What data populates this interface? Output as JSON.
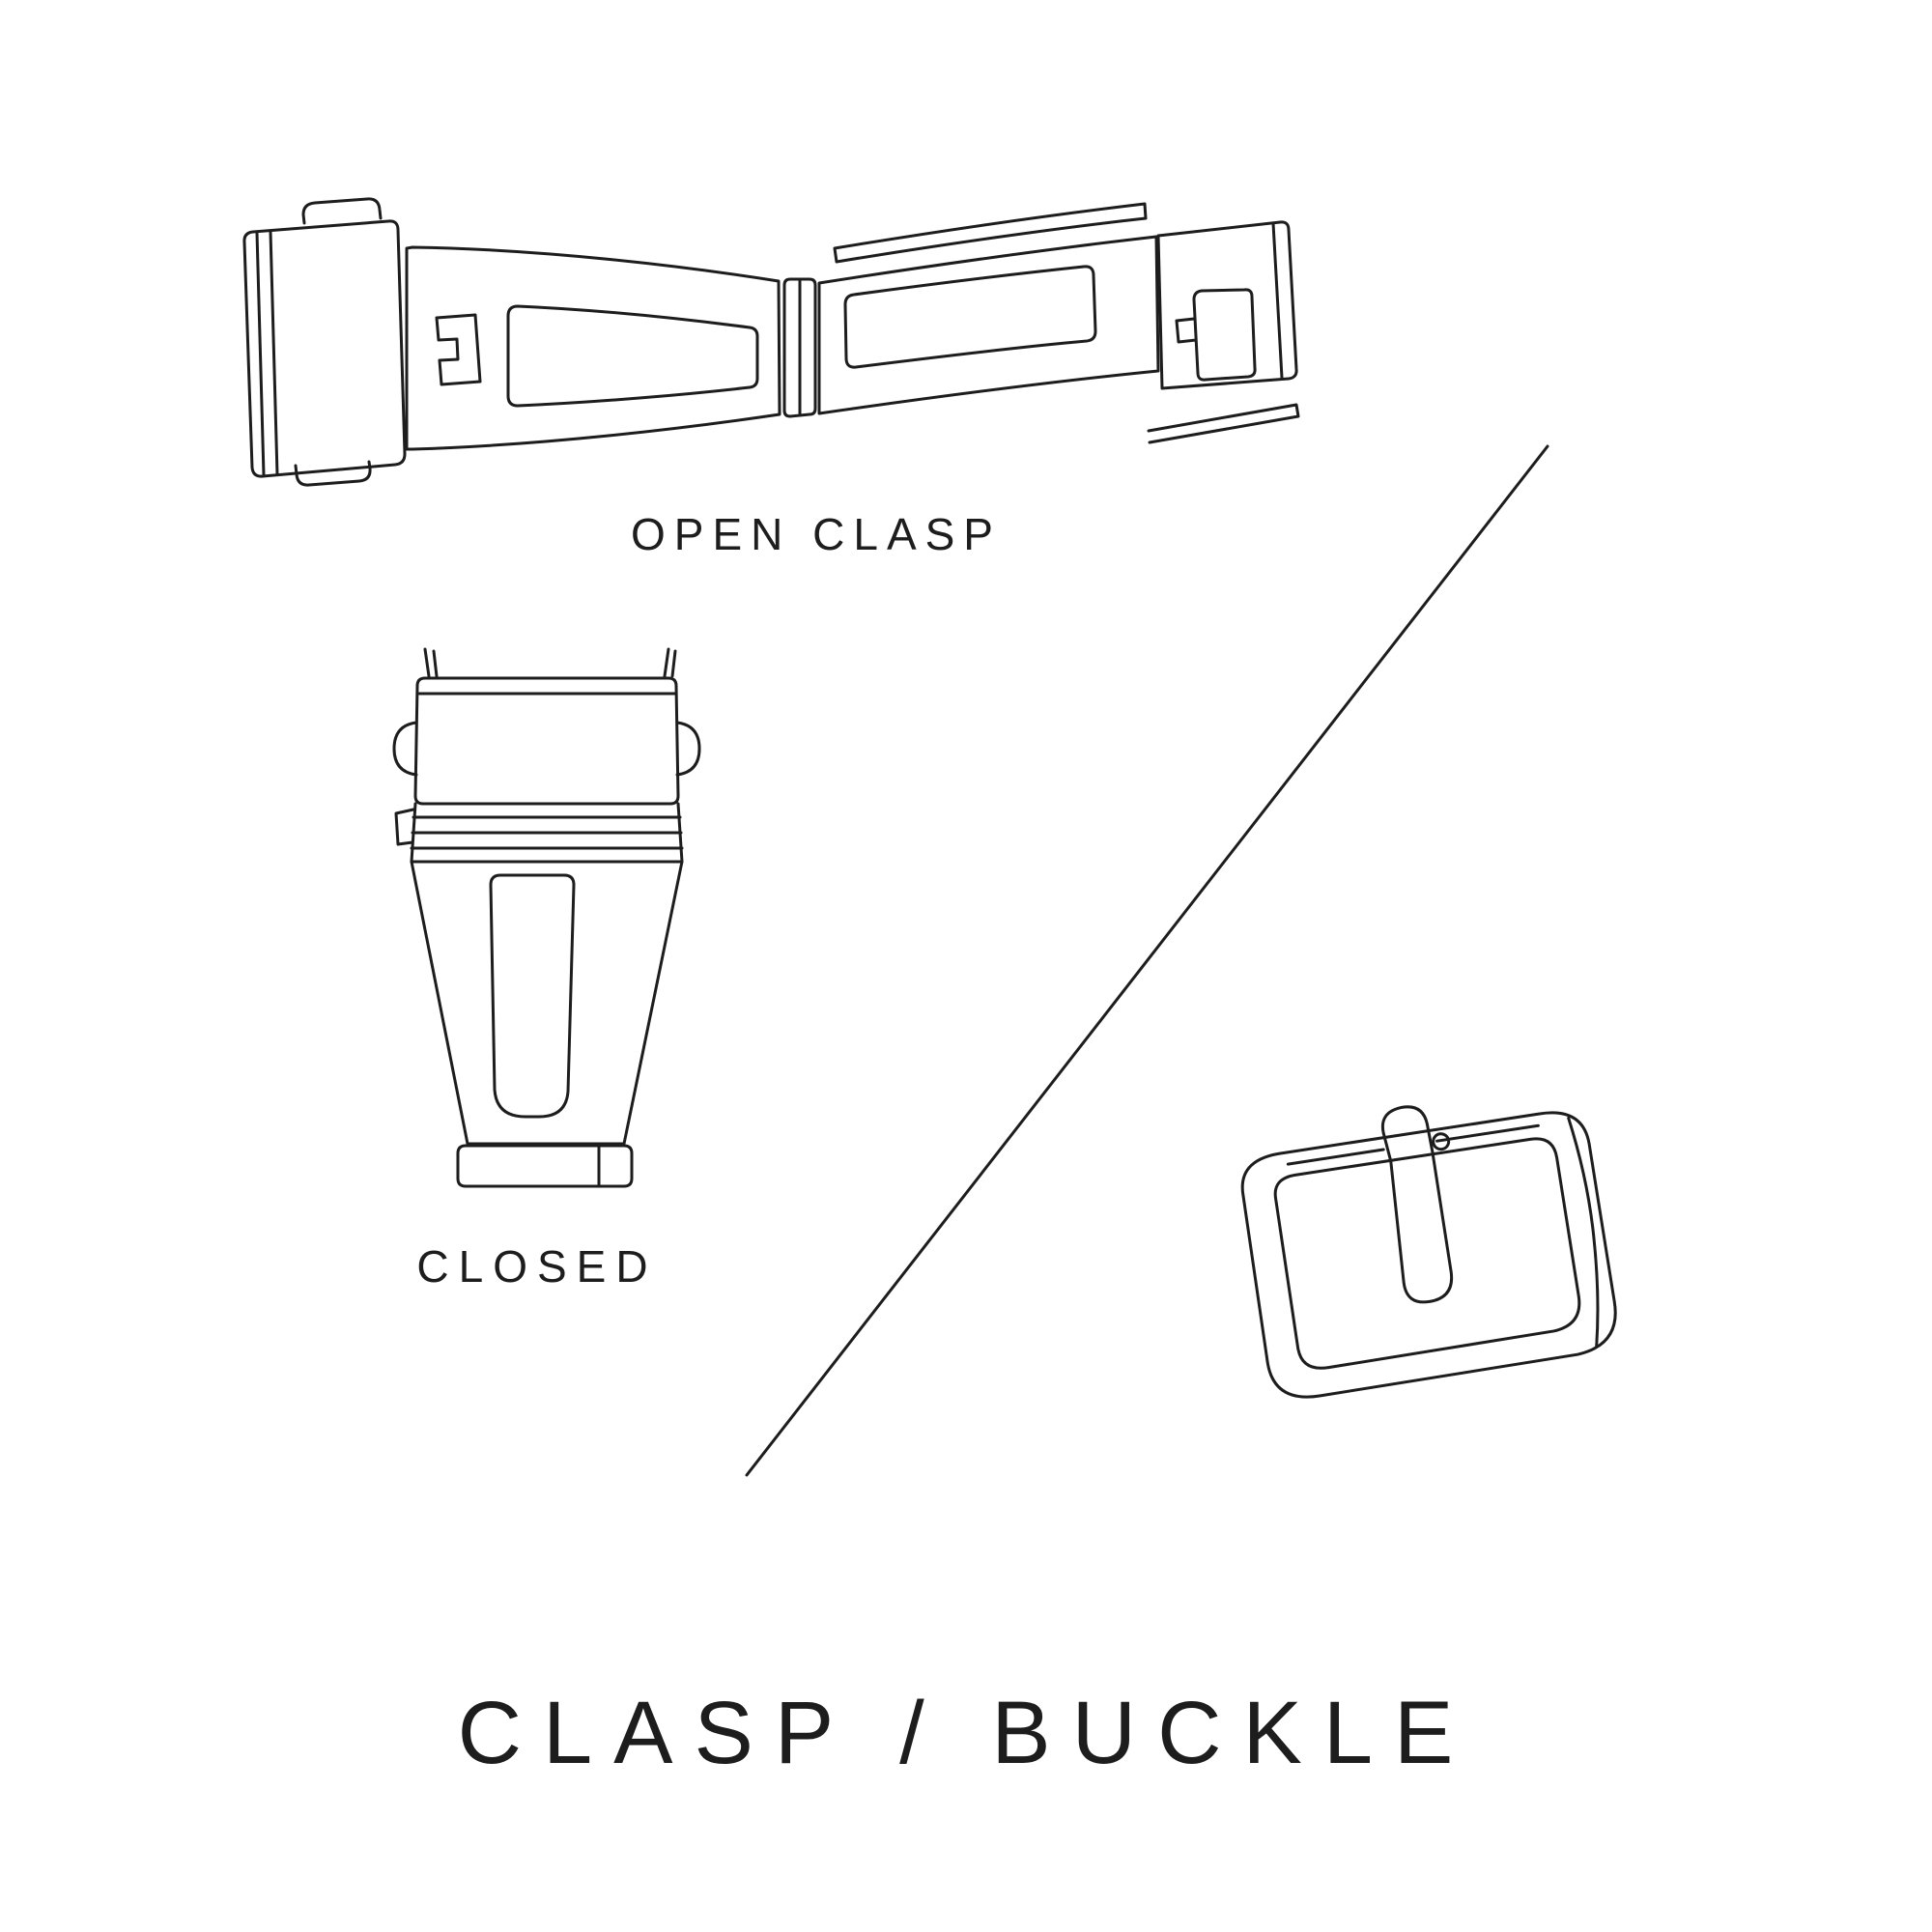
{
  "colors": {
    "background": "#ffffff",
    "line": "#1d1d1d",
    "text": "#1d1d1d"
  },
  "labels": {
    "open_clasp": "OPEN CLASP",
    "closed": "CLOSED",
    "title": "CLASP / BUCKLE"
  },
  "figures": {
    "open_clasp": "open-clasp-illustration",
    "closed_clasp": "closed-clasp-illustration",
    "buckle": "buckle-illustration",
    "divider": "diagonal-divider-line"
  }
}
